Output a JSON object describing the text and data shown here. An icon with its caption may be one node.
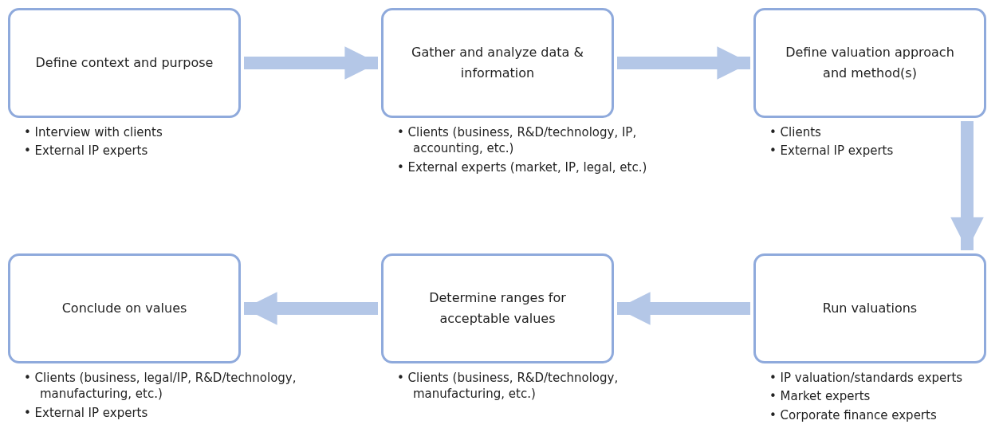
{
  "diagram": {
    "nodes": [
      {
        "text": [
          "Define context and purpose"
        ],
        "beside": [
          "• Interview with clients",
          "• External IP experts"
        ]
      },
      {
        "text": [
          "Gather and analyze data & information"
        ],
        "beside": [
          "• Clients (business, R&D/technology, IP, accounting, etc.)",
          "• External experts (market, IP, legal, etc.)"
        ]
      },
      {
        "text": [
          "Define valuation approach and method(s)"
        ],
        "beside": [
          "• Clients",
          "• External IP experts"
        ]
      },
      {
        "text": [
          "Conclude on values"
        ],
        "beside": [
          "• Clients (business, legal/IP, R&D/technology, manufacturing, etc.)",
          "• External IP experts"
        ]
      },
      {
        "text": [
          "Determine ranges for acceptable values"
        ],
        "beside": [
          "• Clients (business, R&D/technology, manufacturing, etc.)"
        ]
      },
      {
        "text": [
          "Run valuations"
        ],
        "beside": [
          "• IP valuation/standards experts",
          "• Market experts",
          "• Corporate finance experts"
        ]
      }
    ],
    "edges": [
      {
        "from": 0,
        "to": 1,
        "arrow": "to"
      },
      {
        "from": 1,
        "to": 2,
        "arrow": "to"
      },
      {
        "from": 2,
        "to": 5,
        "arrow": "to"
      },
      {
        "from": 5,
        "to": 4,
        "arrow": "to"
      },
      {
        "from": 4,
        "to": 3,
        "arrow": "to"
      }
    ]
  }
}
